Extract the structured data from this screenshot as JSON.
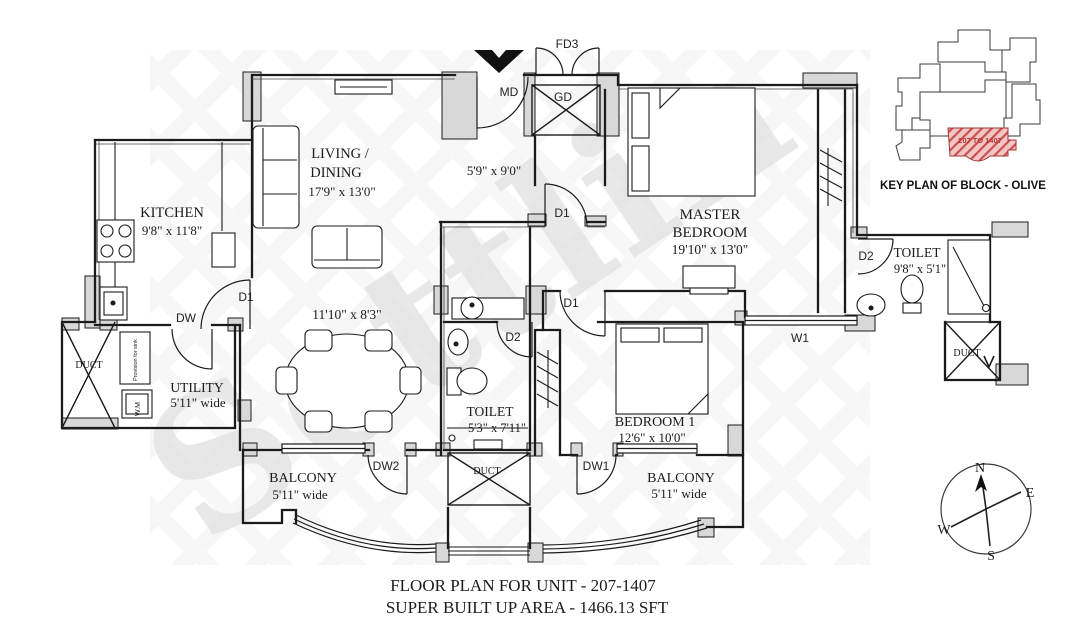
{
  "watermark": "Settlin",
  "plan": {
    "rooms": {
      "kitchen": {
        "name": "KITCHEN",
        "dims": "9'8\" x 11'8\""
      },
      "living": {
        "name_line1": "LIVING /",
        "name_line2": "DINING",
        "dims": "17'9\" x 13'0\""
      },
      "foyer": {
        "dims": "5'9\" x 9'0\""
      },
      "master_bedroom": {
        "name_line1": "MASTER",
        "name_line2": "BEDROOM",
        "dims": "19'10\" x 13'0\""
      },
      "master_toilet": {
        "name": "TOILET",
        "dims": "9'8\" x 5'1\""
      },
      "common_toilet": {
        "name": "TOILET",
        "dims": "5'3\" x 7'11\""
      },
      "bedroom1": {
        "name": "BEDROOM 1",
        "dims": "12'6\" x 10'0\""
      },
      "utility": {
        "name": "UTILITY",
        "dims": "5'11\" wide"
      },
      "dining": {
        "dims": "11'10\" x 8'3\""
      },
      "balcony_left": {
        "name": "BALCONY",
        "dims": "5'11\" wide"
      },
      "balcony_right": {
        "name": "BALCONY",
        "dims": "5'11\" wide"
      },
      "duct": "DUCT"
    },
    "door_labels": {
      "md": "MD",
      "gd": "GD",
      "fd3": "FD3",
      "d1": "D1",
      "d2": "D2",
      "dw": "DW",
      "dw1": "DW1",
      "dw2": "DW2",
      "w1": "W1",
      "wm": "W.M",
      "provision": "Provision for sink"
    }
  },
  "key_plan": {
    "unit_range": "207 TO 1407",
    "caption": "KEY PLAN OF BLOCK - OLIVE",
    "highlight_color": "#c94f4f"
  },
  "compass": {
    "north": "N",
    "east": "E",
    "south": "S",
    "west": "W"
  },
  "footer": {
    "line1": "FLOOR PLAN FOR UNIT - 207-1407",
    "line2": "SUPER BUILT UP AREA  - 1466.13 SFT"
  },
  "colors": {
    "line": "#1b1b1b",
    "pier": "#d8d8d8",
    "watermark": "#e3e3e3"
  }
}
